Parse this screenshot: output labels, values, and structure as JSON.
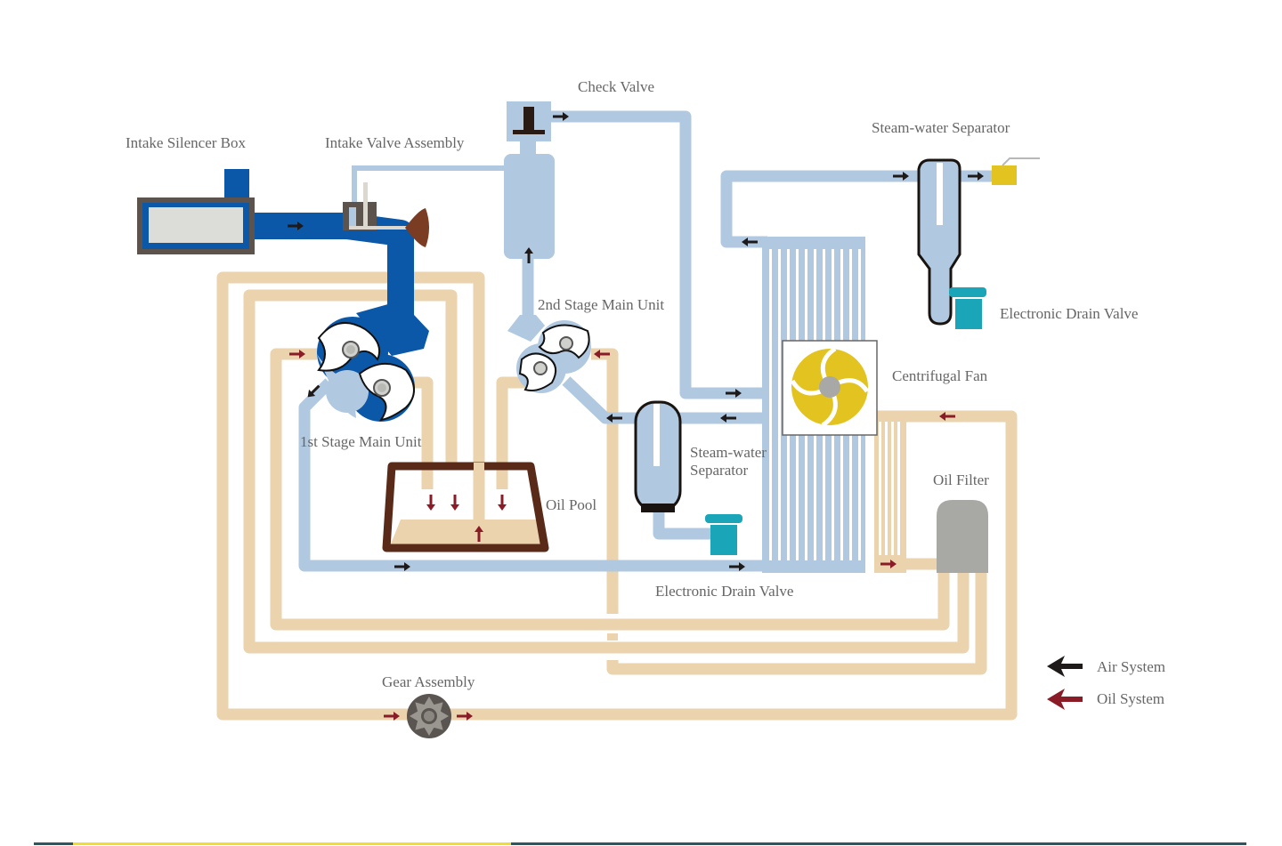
{
  "labels": {
    "intake_silencer_box": "Intake Silencer Box",
    "intake_valve_assembly": "Intake Valve Assembly",
    "check_valve": "Check Valve",
    "steam_water_separator_top": "Steam-water Separator",
    "electronic_drain_valve_top": "Electronic Drain Valve",
    "second_stage_main_unit": "2nd Stage Main Unit",
    "centrifugal_fan": "Centrifugal Fan",
    "first_stage_main_unit": "1st Stage Main Unit",
    "steam_water_separator_mid_line1": "Steam-water",
    "steam_water_separator_mid_line2": "Separator",
    "oil_pool": "Oil Pool",
    "oil_filter": "Oil Filter",
    "electronic_drain_valve_bottom": "Electronic Drain Valve",
    "gear_assembly": "Gear Assembly"
  },
  "legend": {
    "items": [
      {
        "label": "Air System",
        "color": "#1e1a1a",
        "icon": "arrow-left-icon"
      },
      {
        "label": "Oil System",
        "color": "#8a1c28",
        "icon": "arrow-left-icon"
      }
    ]
  },
  "colors": {
    "intake_pipe": "#0b57a8",
    "air_pipe": "#b0c8e0",
    "oil_pipe": "#ead3ad",
    "oil_pool_frame": "#5a2a18",
    "fan_yellow": "#e3c320",
    "drain_valve": "#1ba5b8",
    "oil_filter": "#a8a8a4",
    "footer_dark": "#2c5660",
    "footer_accent": "#f2dc2c"
  }
}
